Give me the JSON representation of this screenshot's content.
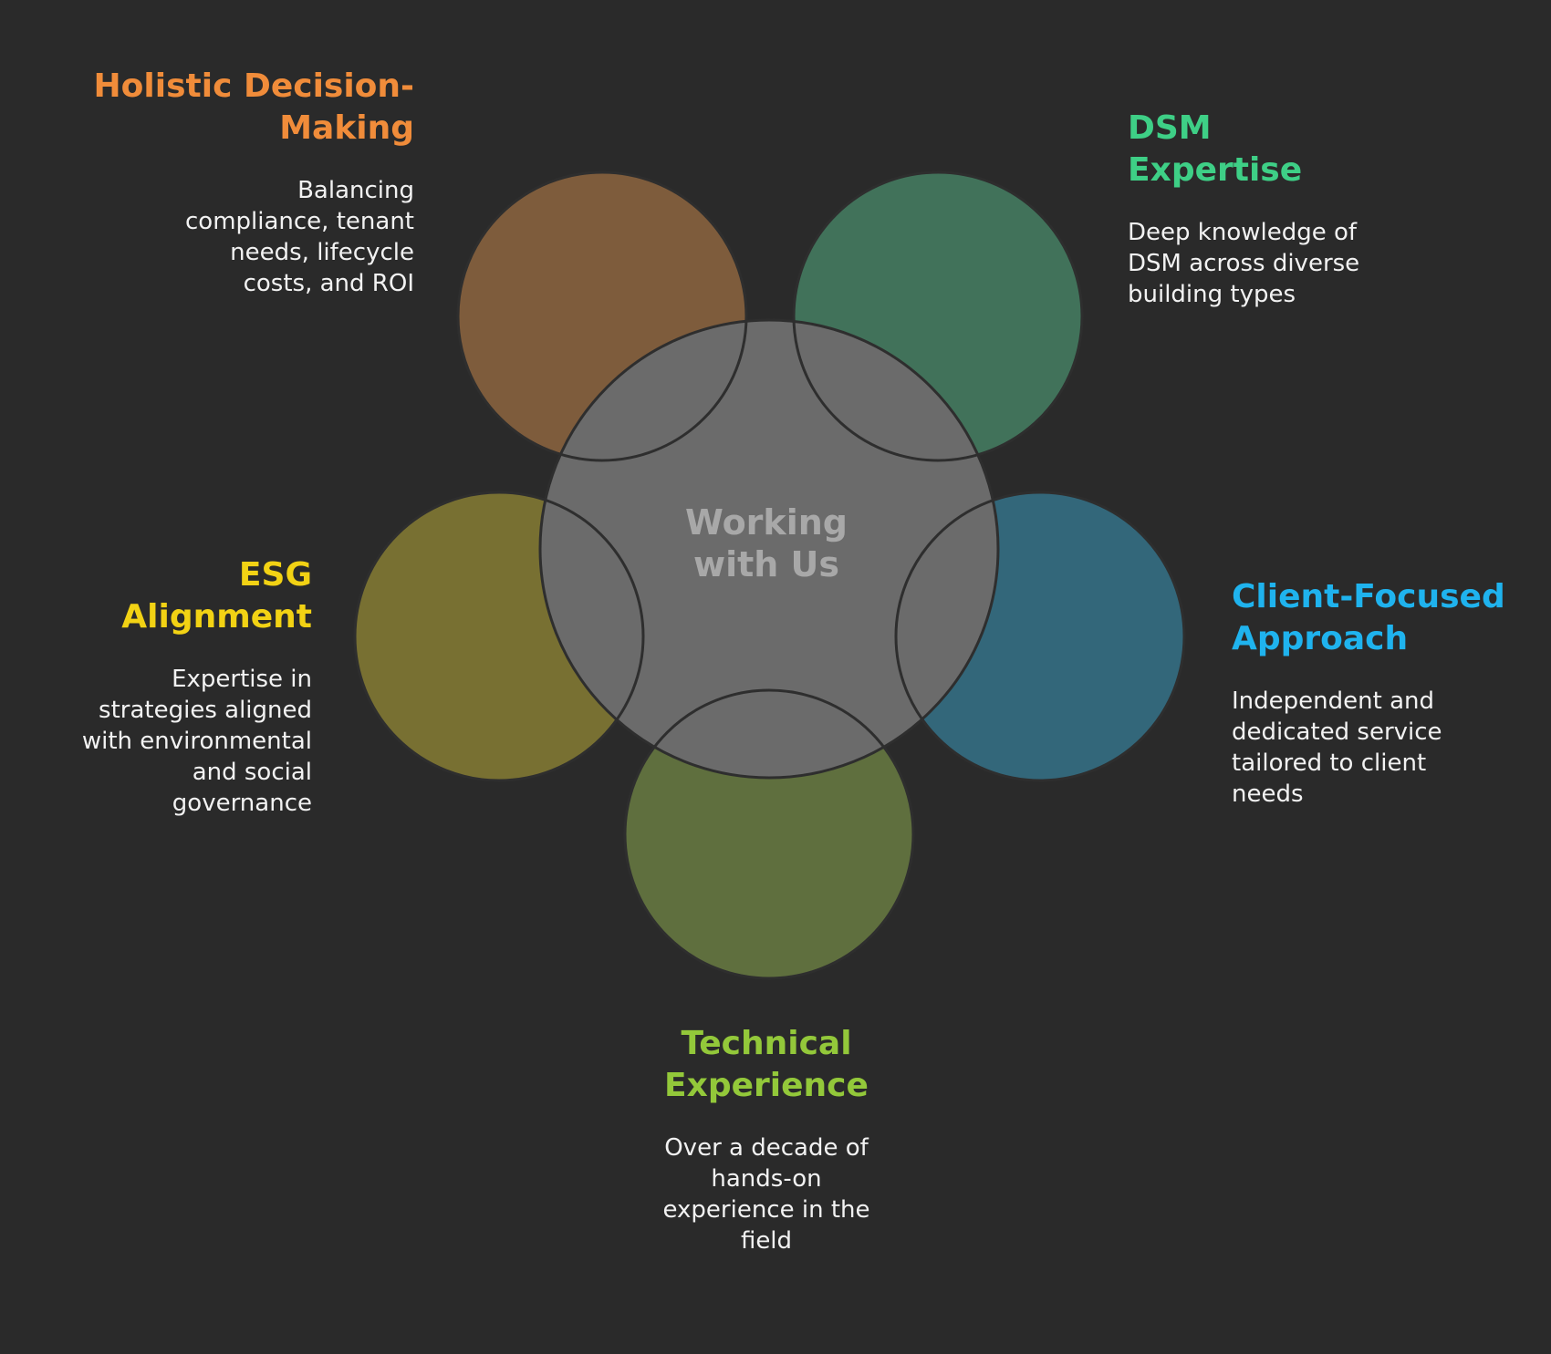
{
  "center": {
    "label": "Working\nwith Us"
  },
  "petals": [
    {
      "id": "holistic",
      "title": "Holistic Decision-\nMaking",
      "description": "Balancing\ncompliance, tenant\nneeds, lifecycle\ncosts, and ROI",
      "fill_color": "#7e5c3c",
      "title_color": "#f08c3a"
    },
    {
      "id": "dsm",
      "title": "DSM\nExpertise",
      "description": "Deep knowledge of\nDSM across diverse\nbuilding types",
      "fill_color": "#41725a",
      "title_color": "#3ecf86"
    },
    {
      "id": "client",
      "title": "Client-Focused\nApproach",
      "description": "Independent and\ndedicated service\ntailored to client\nneeds",
      "fill_color": "#33677a",
      "title_color": "#1fb3ee"
    },
    {
      "id": "technical",
      "title": "Technical\nExperience",
      "description": "Over a decade of\nhands-on\nexperience in the\nfield",
      "fill_color": "#5f6f3e",
      "title_color": "#93c83a"
    },
    {
      "id": "esg",
      "title": "ESG\nAlignment",
      "description": "Expertise in\nstrategies aligned\nwith environmental\nand social\ngovernance",
      "fill_color": "#787032",
      "title_color": "#f2d214"
    }
  ],
  "colors": {
    "background": "#2a2a2a",
    "center_fill": "#6b6b6b",
    "outline": "#2e2e2e",
    "center_text": "#a8a8a8",
    "description_text": "#f2f2f2"
  }
}
